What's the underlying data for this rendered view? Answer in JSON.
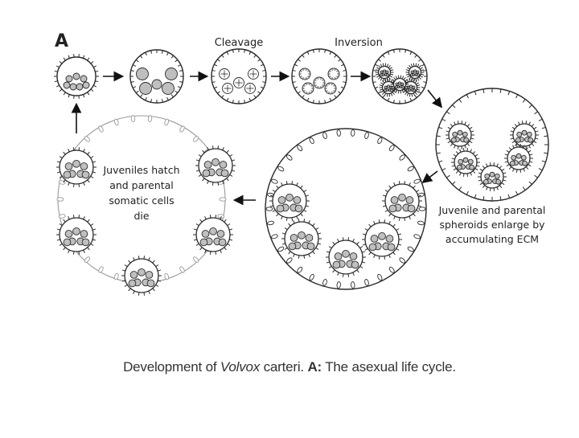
{
  "panel_letter": "A",
  "stage_labels": {
    "cleavage": "Cleavage",
    "inversion": "Inversion"
  },
  "hatch_text": [
    "Juveniles hatch",
    "and parental",
    "somatic cells",
    "die"
  ],
  "enlarge_text": [
    "Juvenile and parental",
    "spheroids enlarge by",
    "accumulating ECM"
  ],
  "caption": {
    "prefix": "Development of ",
    "genus": "Volvox",
    "species": " carteri. ",
    "panel": "A:",
    "rest": " The asexual life cycle."
  },
  "colors": {
    "outline": "#2a2a2a",
    "cell_fill": "#bfbfbf",
    "faded_outline": "#9a9a9a",
    "arrow": "#111111"
  }
}
